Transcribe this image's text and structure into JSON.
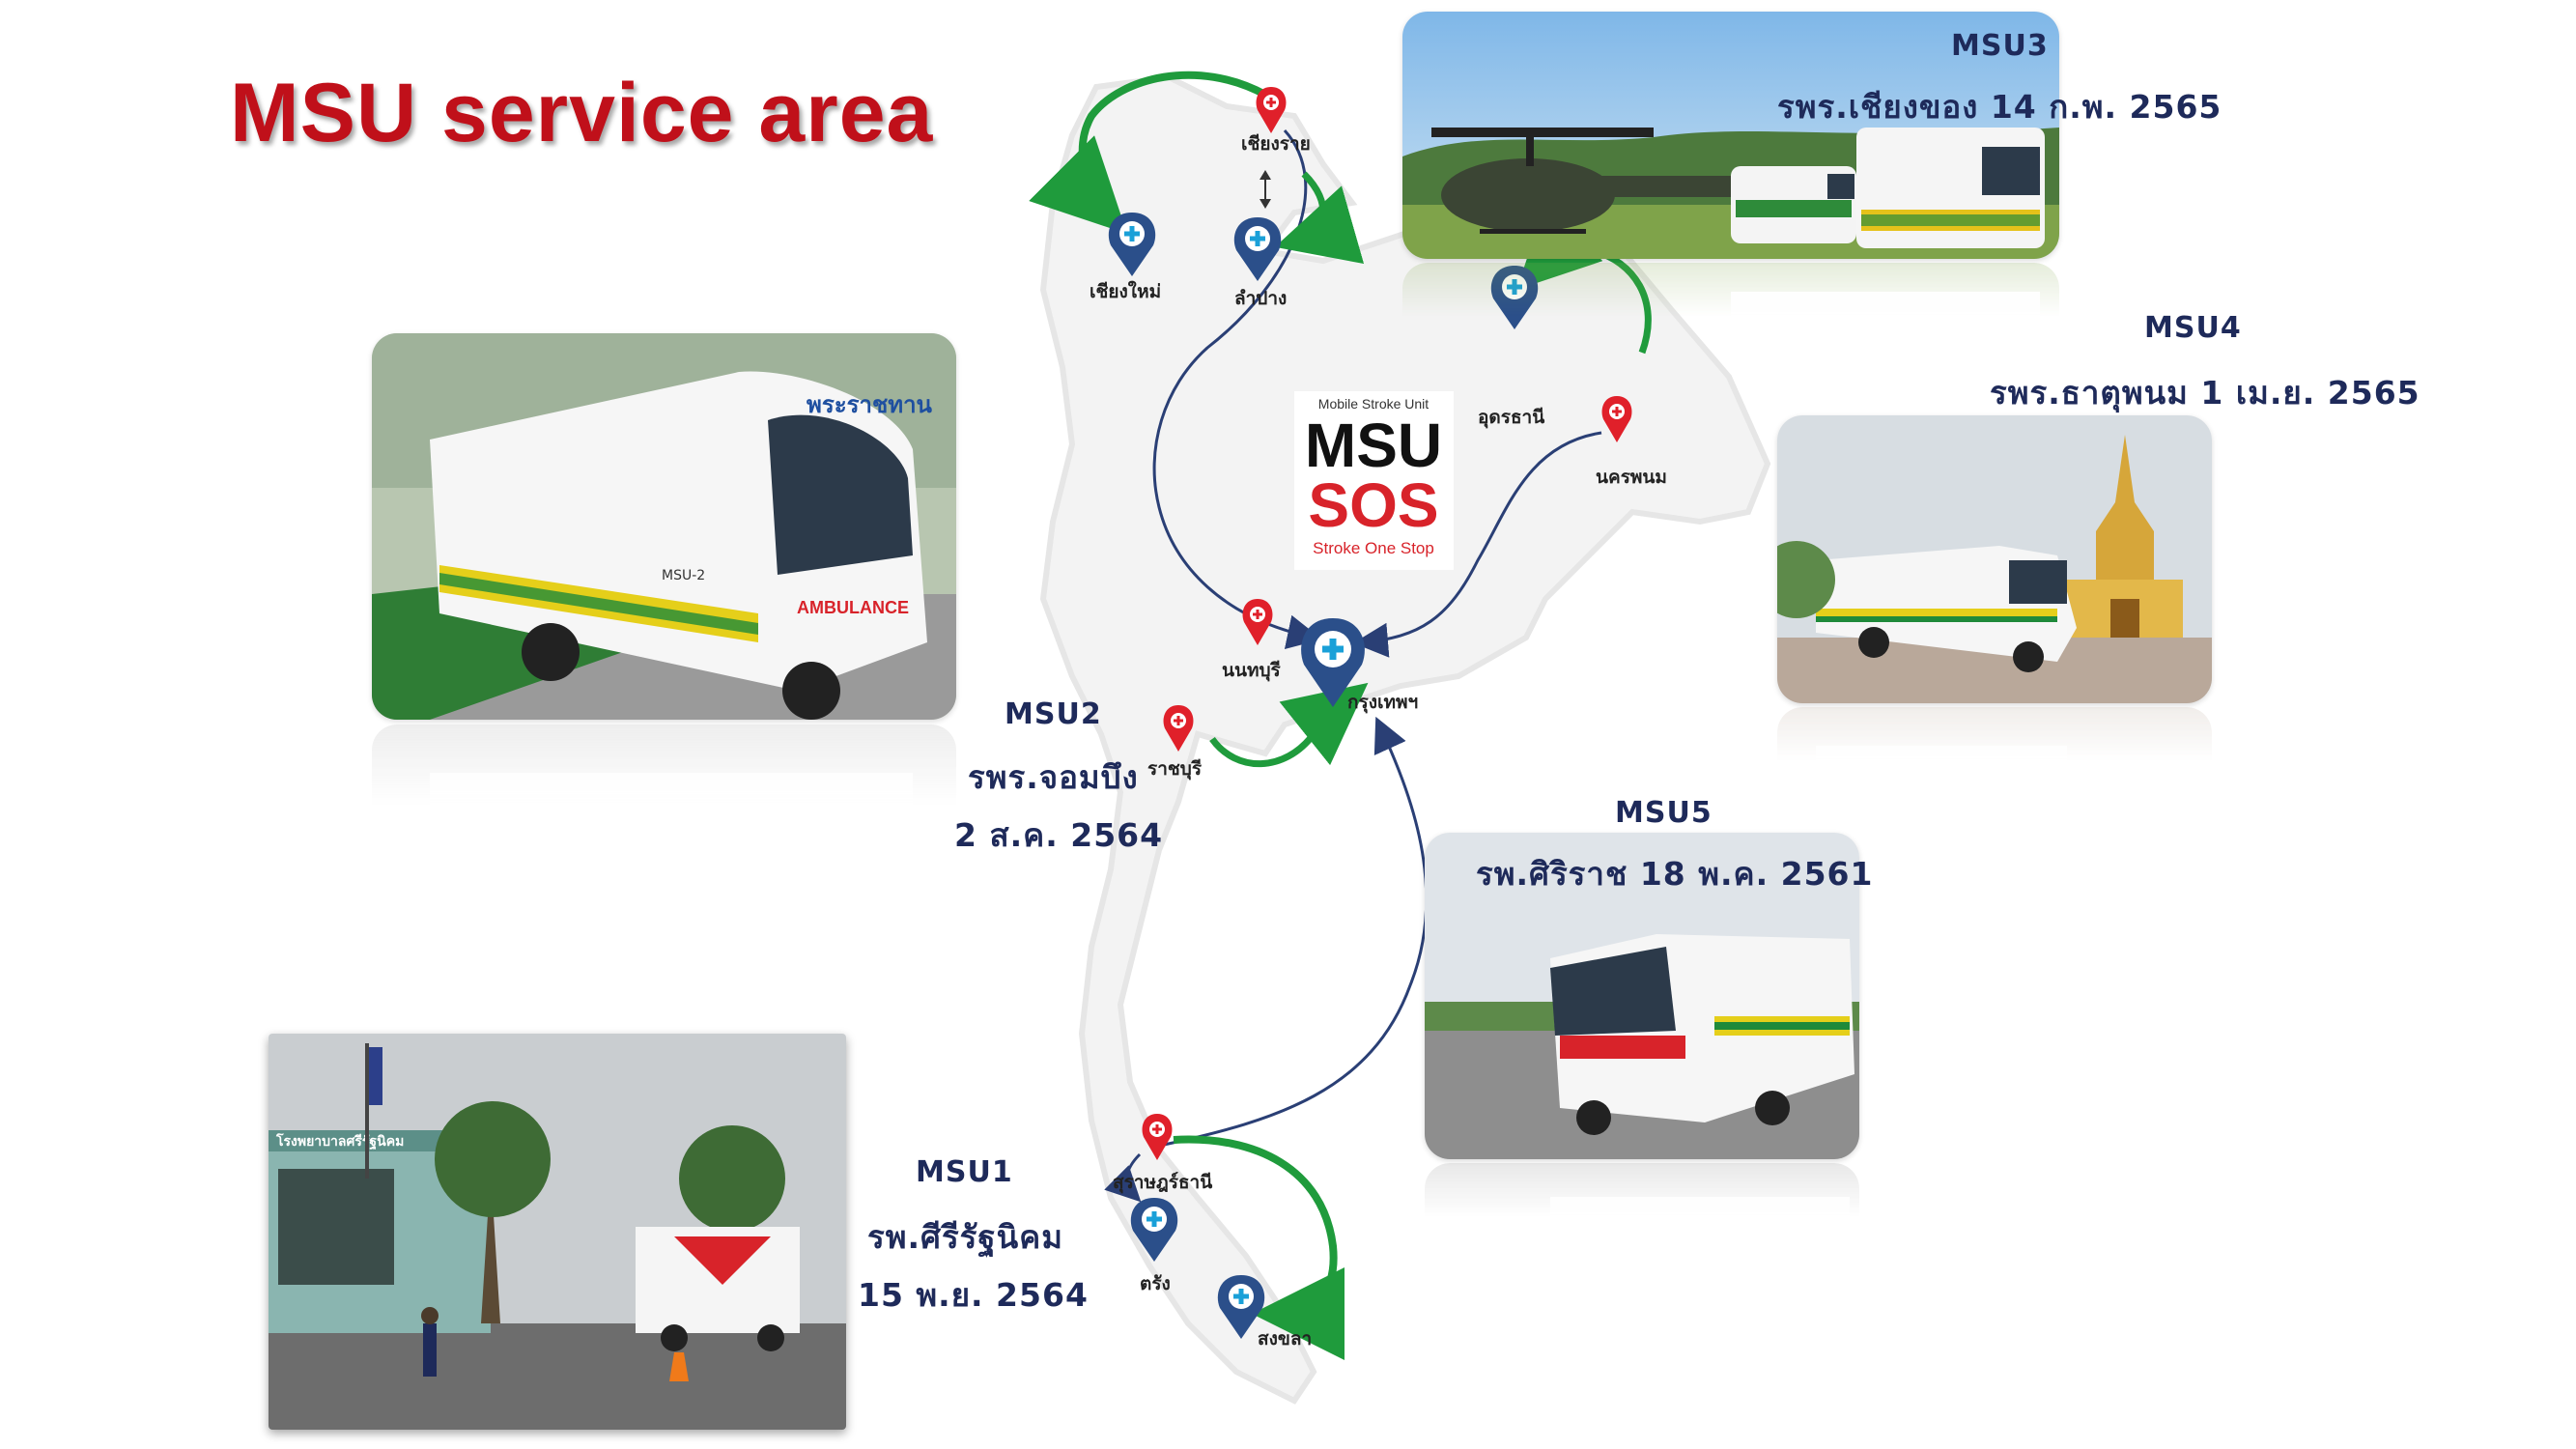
{
  "title": "MSU service area",
  "colors": {
    "title": "#c0101a",
    "route_blue": "#2a3f75",
    "route_green": "#1f9b3c",
    "pin_red": "#e0202a",
    "pin_blue": "#2b4f8a"
  },
  "logo": {
    "caption": "Mobile Stroke Unit",
    "line1": "MSU",
    "line2": "SOS",
    "tagline": "Stroke One Stop"
  },
  "places": {
    "chiangrai": "เชียงราย",
    "chiangmai": "เชียงใหม่",
    "lampang": "ลำปาง",
    "udonthani": "อุดรธานี",
    "nakhonphanom": "นครพนม",
    "nonthaburi": "นนทบุรี",
    "bangkok": "กรุงเทพฯ",
    "ratchaburi": "ราชบุรี",
    "suratthani": "สุราษฎร์ธานี",
    "trang": "ตรัง",
    "songkhla": "สงขลา"
  },
  "units": {
    "msu1": {
      "name": "MSU1",
      "hospital": "รพ.ศีรีรัฐนิคม",
      "date": "15 พ.ย. 2564"
    },
    "msu2": {
      "name": "MSU2",
      "hospital": "รพร.จอมบึง",
      "date": "2 ส.ค. 2564"
    },
    "msu3": {
      "name": "MSU3",
      "hospital_date": "รพร.เชียงของ 14 ก.พ. 2565"
    },
    "msu4": {
      "name": "MSU4",
      "hospital_date": "รพร.ธาตุพนม 1 เม.ย. 2565"
    },
    "msu5": {
      "name": "MSU5",
      "hospital_date": "รพ.ศิริราช 18 พ.ค. 2561"
    }
  },
  "photos": {
    "msu2_bus_sign": "พระราชทาน",
    "msu2_bus_code": "MSU-2",
    "ambulance_mirror": "AMBULANCE",
    "msu1_building_sign": "โรงพยาบาลศรีรัฐนิคม"
  }
}
